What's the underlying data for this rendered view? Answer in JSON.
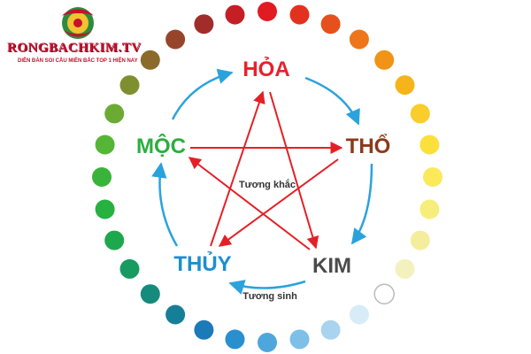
{
  "logo": {
    "title": "RONGBACHKIM.TV",
    "tagline": "DIỄN ĐÀN SOI CẦU MIỀN BẮC TOP 1 HIỆN NAY"
  },
  "elements": {
    "hoa": {
      "label": "HỎA",
      "color": "#e8212b"
    },
    "tho": {
      "label": "THỔ",
      "color": "#8b3a1a"
    },
    "kim": {
      "label": "KIM",
      "color": "#4a4a4a"
    },
    "thuy": {
      "label": "THỦY",
      "color": "#1b8fd0"
    },
    "moc": {
      "label": "MỘC",
      "color": "#2bae3e"
    }
  },
  "relations": {
    "khac_label": "Tương khắc",
    "sinh_label": "Tương sinh",
    "khac_color": "#e42027",
    "sinh_color": "#2aa3dc"
  },
  "ring_colors": [
    "#e11b22",
    "#e2321f",
    "#e6501c",
    "#ec7619",
    "#f09316",
    "#f5b41a",
    "#f9cd2a",
    "#fbe03c",
    "#fbe95a",
    "#f6ed7a",
    "#f4ee9c",
    "#f3f1be",
    "#ffffff",
    "#d8ecf7",
    "#a9d4ef",
    "#7cc0e8",
    "#4ea7dc",
    "#2a8fcf",
    "#1b7ab8",
    "#167f98",
    "#168a7d",
    "#189b61",
    "#1da84d",
    "#26b140",
    "#3ab33a",
    "#55b536",
    "#6cab33",
    "#7e8f30",
    "#8c6a2b",
    "#96452b",
    "#a12d2a",
    "#c41f24"
  ]
}
